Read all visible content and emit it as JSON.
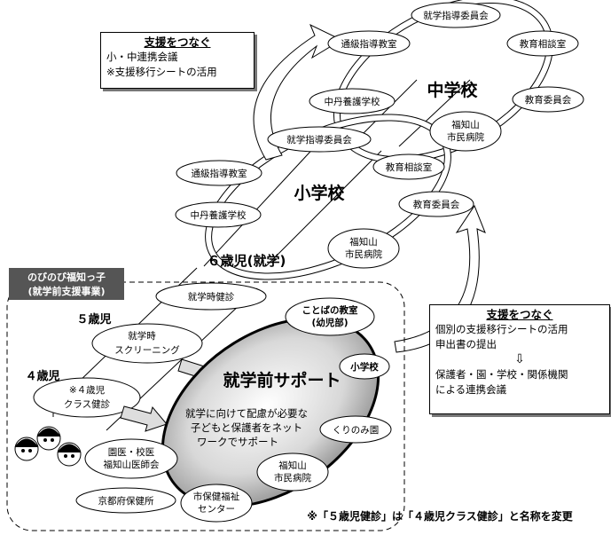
{
  "top_left_box": {
    "title": "支援をつなぐ",
    "lines": [
      "小・中連携会議",
      "※支援移行シートの活用"
    ]
  },
  "junior_high": {
    "label": "中学校",
    "nodes": [
      "就学指導委員会",
      "通級指導教室",
      "教育相談室",
      "教育委員会",
      "中丹養護学校",
      "福知山\n市民病院"
    ]
  },
  "elementary": {
    "label": "小学校",
    "nodes": [
      "就学指導委員会",
      "通級指導教室",
      "教育相談室",
      "中丹養護学校",
      "教育委員会",
      "福知山\n市民病院"
    ]
  },
  "age6_label": "６歳児(就学)",
  "program_tag": [
    "のびのび福知っ子",
    "(就学前支援事業)"
  ],
  "stages": [
    {
      "age": "５歳児",
      "node": "就学時\nスクリーニング"
    },
    {
      "age": "４歳児",
      "node": "※４歳児\nクラス健診"
    }
  ],
  "school_health_check": "就学時健診",
  "center": {
    "title": "就学前サポート",
    "desc": [
      "就学に向けて配慮が必要な",
      "子どもと保護者をネット",
      "ワークでサポート"
    ]
  },
  "satellites": [
    "ことばの教室\n(幼児部)",
    "小学校",
    "くりのみ園",
    "福知山\n市民病院",
    "市保健福祉\nセンター",
    "京都府保健所",
    "園医・校医\n福知山医師会"
  ],
  "right_box": {
    "title": "支援をつなぐ",
    "lines": [
      "個別の支援移行シートの活用",
      "申出書の提出"
    ],
    "arrow": "⇩",
    "lines2": [
      "保護者・園・学校・関係機関",
      "による連携会議"
    ]
  },
  "footer_note": "※「５歳児健診」は「４歳児クラス健診」と名称を変更"
}
